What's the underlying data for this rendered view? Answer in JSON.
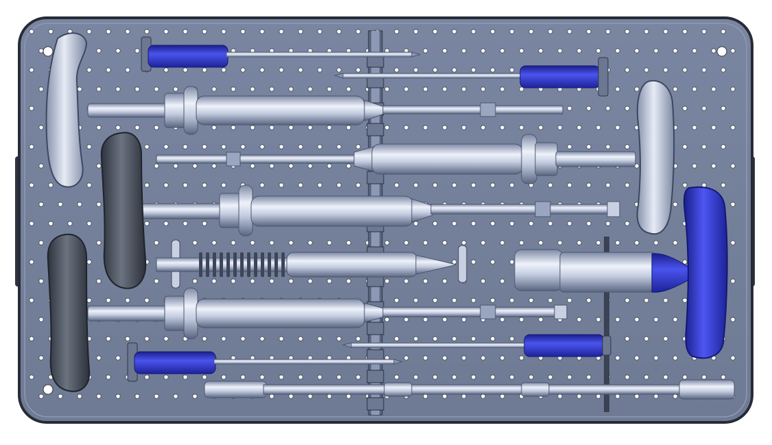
{
  "scene": {
    "kind": "surgical instrument sterilization tray",
    "colors": {
      "background": "#ffffff",
      "tray": "#7f8aa3",
      "tray_edge": "#2c3240",
      "hole": "#ffffff",
      "steel_light": "#dfe6f3",
      "steel_mid": "#9aa6c0",
      "steel_dark": "#4f5a72",
      "handle_grey_light": "#b3bfd6",
      "handle_dark": "#3f4652",
      "blue_handle": "#2b33c8",
      "blue_handle_light": "#5a63f0"
    }
  },
  "instruments": [
    {
      "name": "awl-short-left-top",
      "handle": "blue-tab"
    },
    {
      "name": "awl-short-right-top",
      "handle": "blue-tab"
    },
    {
      "name": "t-handle-driver-light-1",
      "handle": "light-grey-t"
    },
    {
      "name": "t-handle-driver-light-2",
      "handle": "light-grey-t"
    },
    {
      "name": "t-handle-driver-dark-1",
      "handle": "dark-t"
    },
    {
      "name": "tap-threaded",
      "handle": "none"
    },
    {
      "name": "large-blue-t-handle-reamer",
      "handle": "blue-t"
    },
    {
      "name": "t-handle-driver-dark-2",
      "handle": "dark-t"
    },
    {
      "name": "awl-short-right-bottom",
      "handle": "blue-tab"
    },
    {
      "name": "awl-short-left-bottom",
      "handle": "blue-tab"
    },
    {
      "name": "long-sleeve-rod",
      "handle": "none"
    }
  ]
}
